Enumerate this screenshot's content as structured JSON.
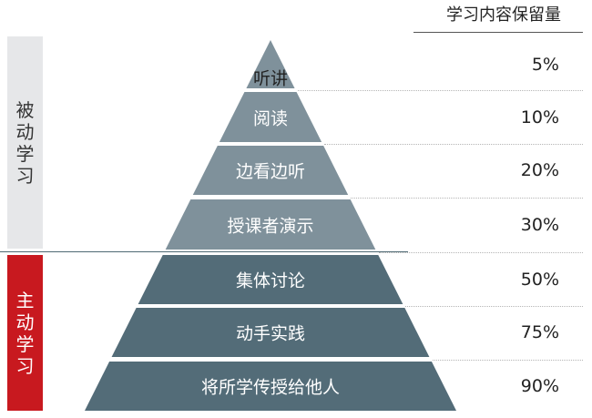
{
  "header": {
    "title": "学习内容保留量"
  },
  "sides": {
    "passive": "被动学习",
    "active": "主动学习"
  },
  "tiers": [
    {
      "label": "听讲",
      "percent": "5%"
    },
    {
      "label": "阅读",
      "percent": "10%"
    },
    {
      "label": "边看边听",
      "percent": "20%"
    },
    {
      "label": "授课者演示",
      "percent": "30%"
    },
    {
      "label": "集体讨论",
      "percent": "50%"
    },
    {
      "label": "动手实践",
      "percent": "75%"
    },
    {
      "label": "将所学传授给他人",
      "percent": "90%"
    }
  ],
  "colors": {
    "passive_tier": "#7f919b",
    "active_tier": "#536c78",
    "passive_panel": "#e6e7e9",
    "active_panel": "#c8191f"
  }
}
